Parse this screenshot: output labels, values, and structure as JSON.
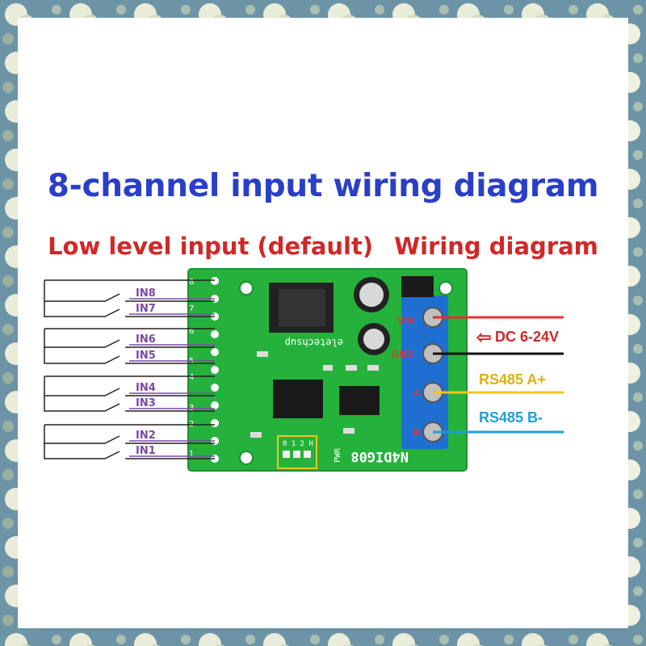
{
  "title": "8-channel input wiring diagram",
  "subtitle": {
    "left": "Low level input (default)",
    "right": "Wiring diagram"
  },
  "inputs": [
    "IN8",
    "IN7",
    "IN6",
    "IN5",
    "IN4",
    "IN3",
    "IN2",
    "IN1"
  ],
  "pin_numbers": [
    "8",
    "7",
    "6",
    "5",
    "4",
    "3",
    "2",
    "1"
  ],
  "board": {
    "model": "N4DIG08",
    "brand": "eletechsup",
    "pwr": "PWR",
    "terminals": {
      "t1": "VIN",
      "t2": "GND",
      "t3": "A",
      "t4": "B"
    },
    "jumper": "0 1 2 H"
  },
  "power": {
    "arrow": "⇦",
    "label": "DC 6-24V"
  },
  "rs485": {
    "a": "RS485 A+",
    "b": "RS485 B-"
  },
  "colors": {
    "title": "#2a3fc7",
    "subtitle": "#d02828",
    "pcb": "#25b23c",
    "terminal": "#1f6fd1",
    "wire_vin": "#e53030",
    "wire_gnd": "#111111",
    "wire_a": "#f2c51f",
    "wire_b": "#1f9fd8",
    "input_label": "#7a4aa0"
  }
}
